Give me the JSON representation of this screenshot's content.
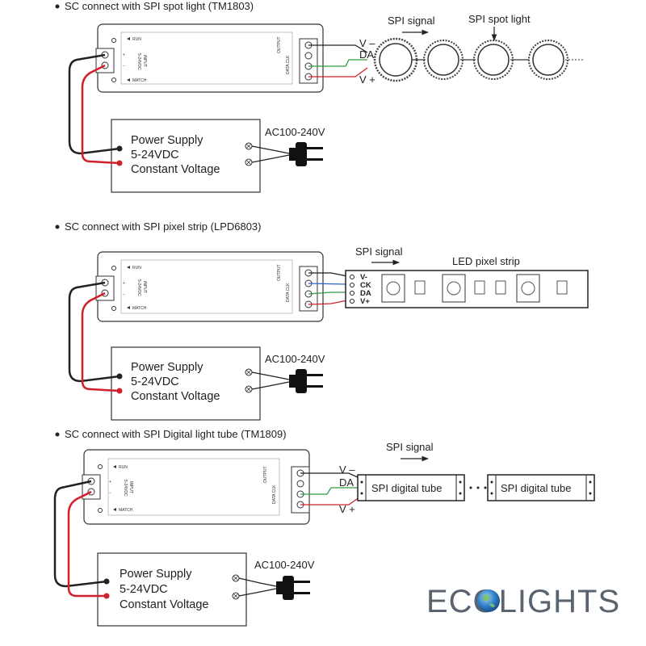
{
  "sections": [
    {
      "title": "SC connect with SPI spot light (TM1803)",
      "signal_label": "SPI signal",
      "device_label": "SPI spot light",
      "pins": [
        "V –",
        "DA",
        "V +"
      ],
      "power_supply": {
        "line1": "Power Supply",
        "line2": "5-24VDC",
        "line3": "Constant Voltage"
      },
      "ac_label": "AC100-240V"
    },
    {
      "title": "SC connect with SPI pixel strip (LPD6803)",
      "signal_label": "SPI signal",
      "device_label": "LED pixel strip",
      "pins": [
        "V-",
        "CK",
        "DA",
        "V+"
      ],
      "power_supply": {
        "line1": "Power Supply",
        "line2": "5-24VDC",
        "line3": "Constant Voltage"
      },
      "ac_label": "AC100-240V"
    },
    {
      "title": "SC connect with SPI Digital light tube (TM1809)",
      "signal_label": "SPI signal",
      "device_label": "SPI digital tube",
      "pins": [
        "V –",
        "DA",
        "V +"
      ],
      "power_supply": {
        "line1": "Power Supply",
        "line2": "5-24VDC",
        "line3": "Constant Voltage"
      },
      "ac_label": "AC100-240V"
    }
  ],
  "controller": {
    "run": "RUN",
    "match": "MATCH",
    "input": "INPUT",
    "input_voltage": "5-24VDC",
    "output": "OUTPUT",
    "output_pins": "DATA CLK"
  },
  "logo": {
    "text": "ECOLIGHTS"
  },
  "colors": {
    "wire_black": "#222222",
    "wire_red": "#d0202a",
    "wire_green": "#2e9a45",
    "wire_blue": "#2c62c8"
  }
}
